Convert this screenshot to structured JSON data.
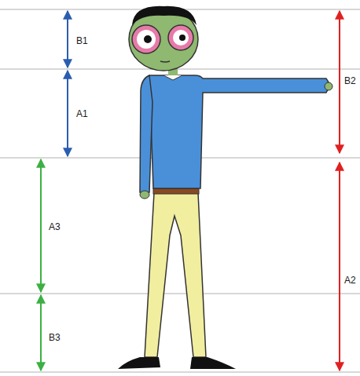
{
  "diagram": {
    "labels": [
      "B1",
      "A1",
      "A3",
      "B3",
      "B2",
      "A2"
    ]
  }
}
